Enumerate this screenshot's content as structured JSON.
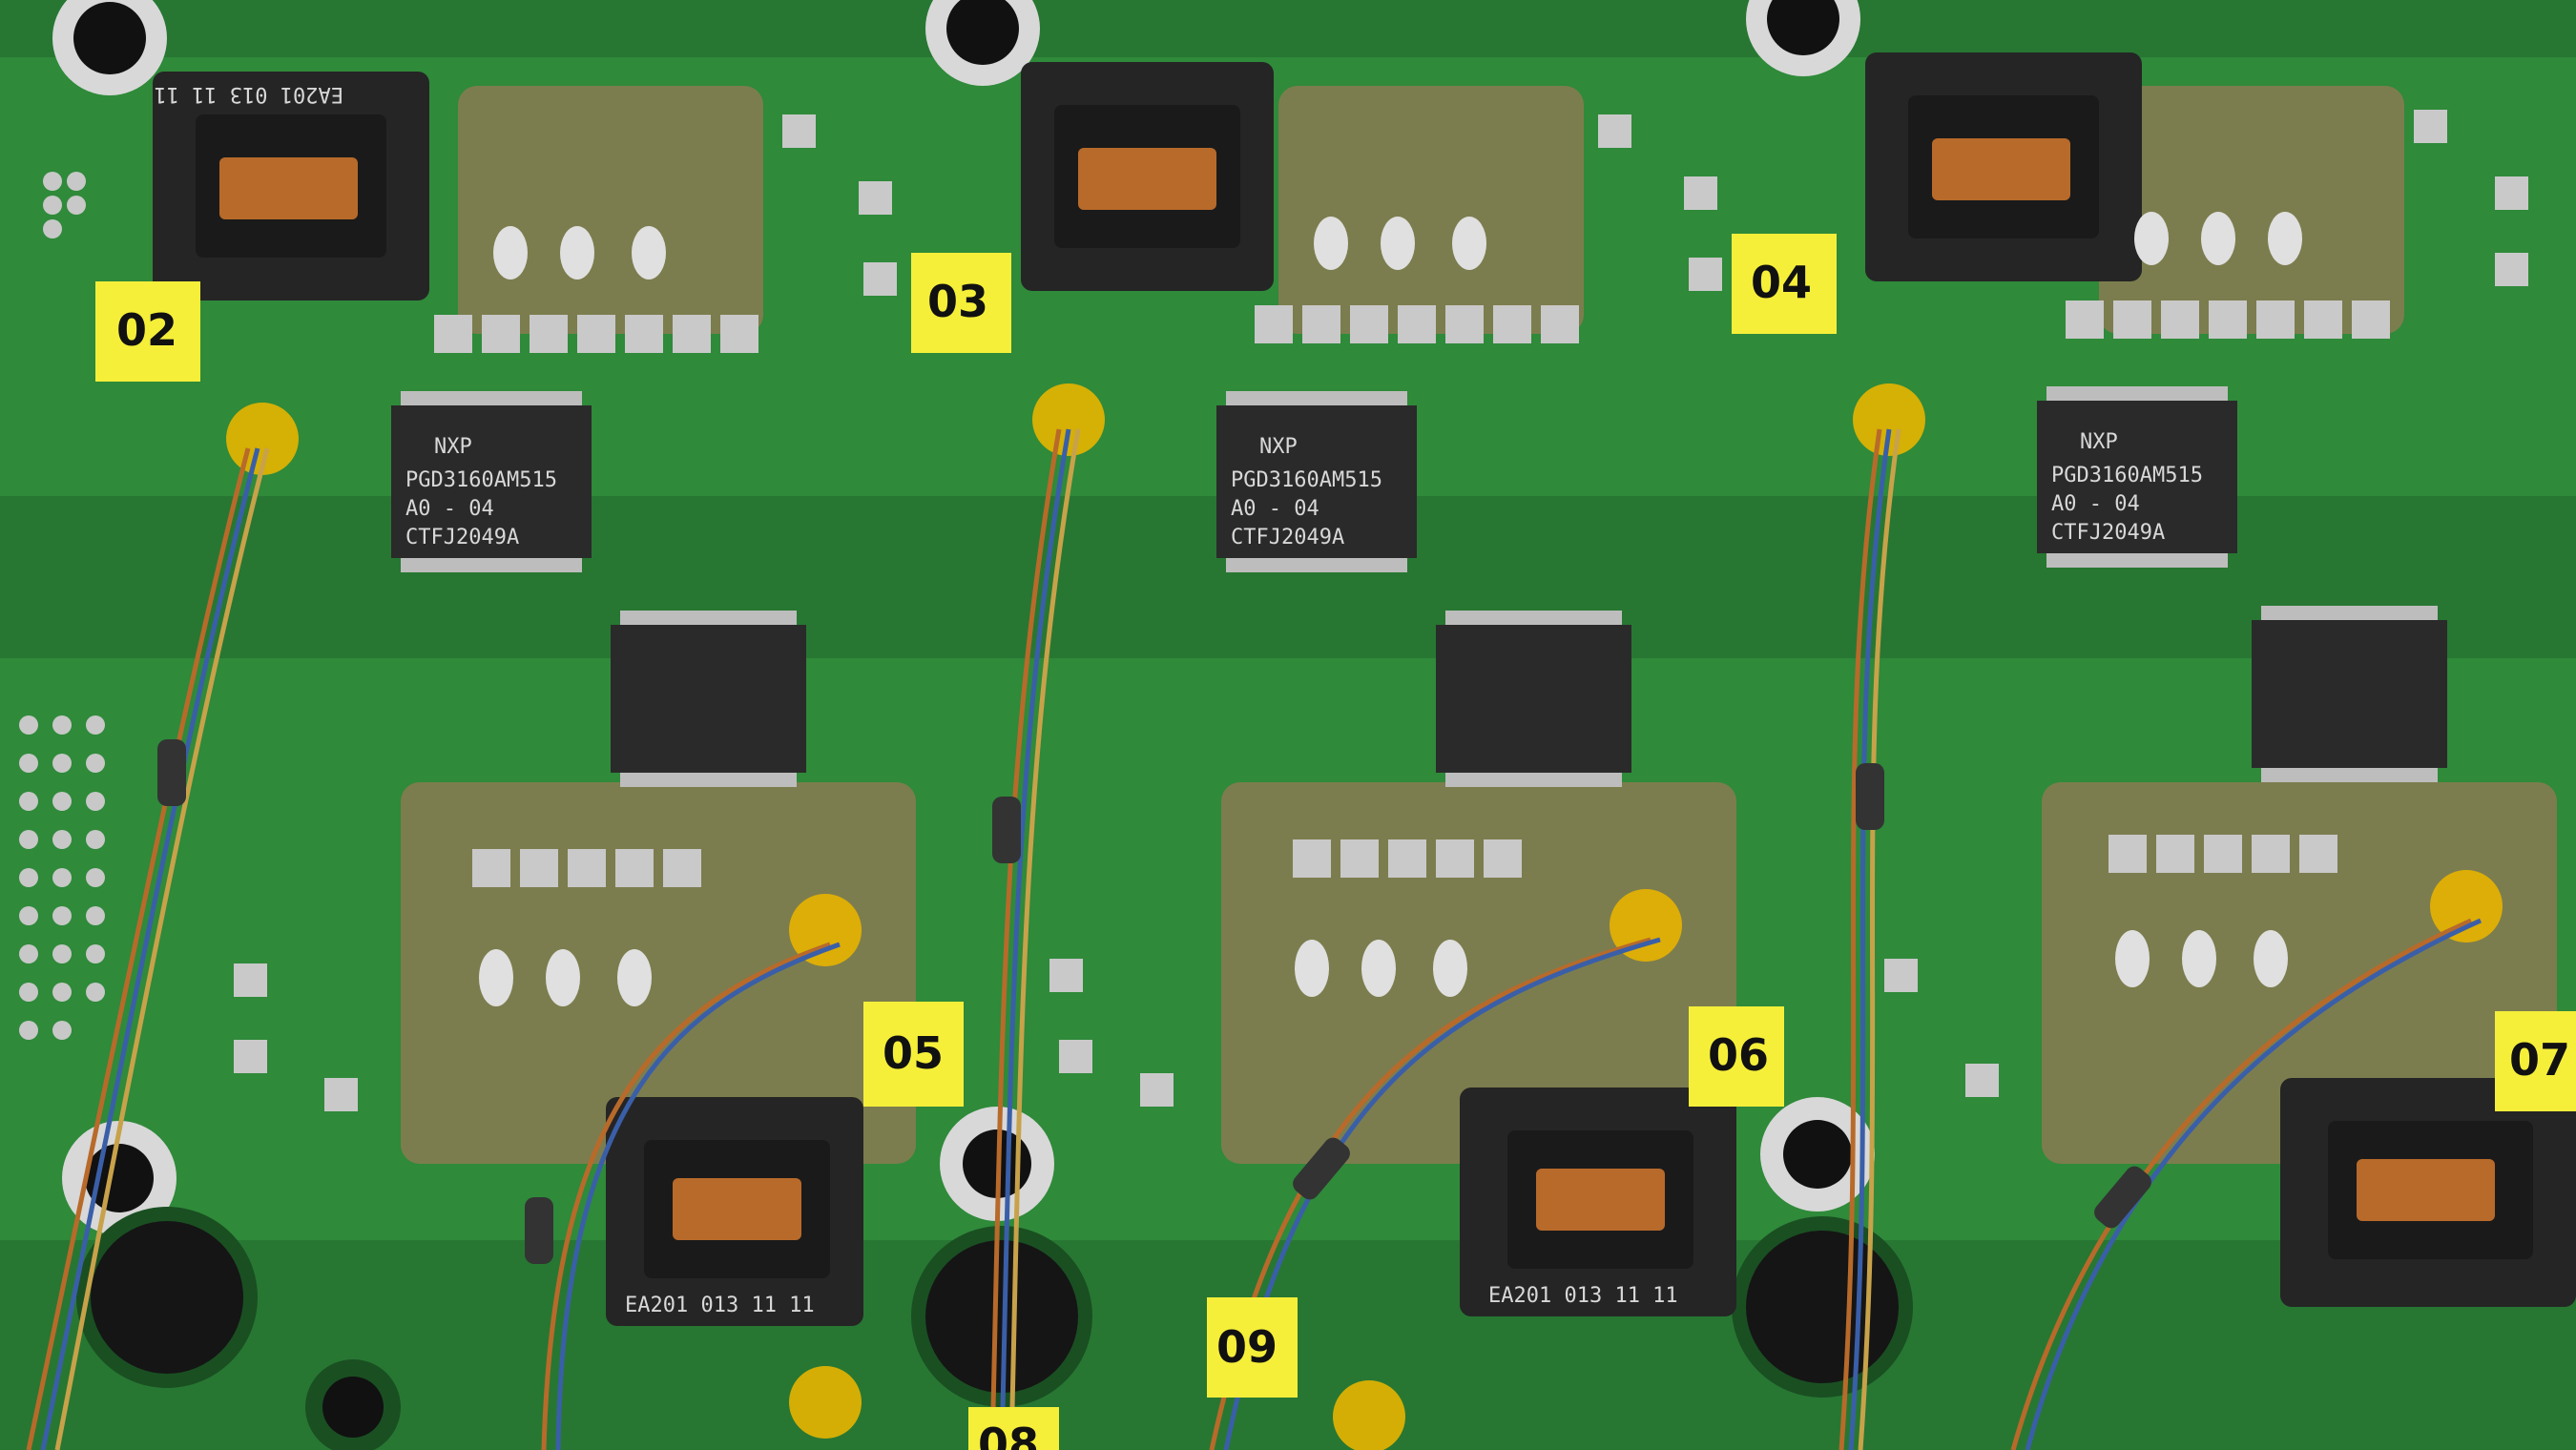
{
  "image": {
    "subject": "pcb-gate-driver-board-closeup"
  },
  "colors": {
    "board": "#2f8a3a",
    "board_dark": "#1f6b2b",
    "copper_pad": "#8a7a52",
    "tin": "#c9c9c9",
    "label": "#f5ef3a",
    "chip": "#2a2a2a",
    "transformer": "#252525",
    "coil": "#b86a2a",
    "kapton": "#e8b400",
    "hole": "#111111"
  },
  "labels": [
    "02",
    "03",
    "04",
    "05",
    "06",
    "07",
    "09",
    "08"
  ],
  "chip_markings": {
    "logo": "NXP",
    "line1": "PGD3160AM515",
    "line2": "A0 - 04",
    "line3": "CTFJ2049A"
  },
  "transformer_marking": "EA201 013 11 11"
}
